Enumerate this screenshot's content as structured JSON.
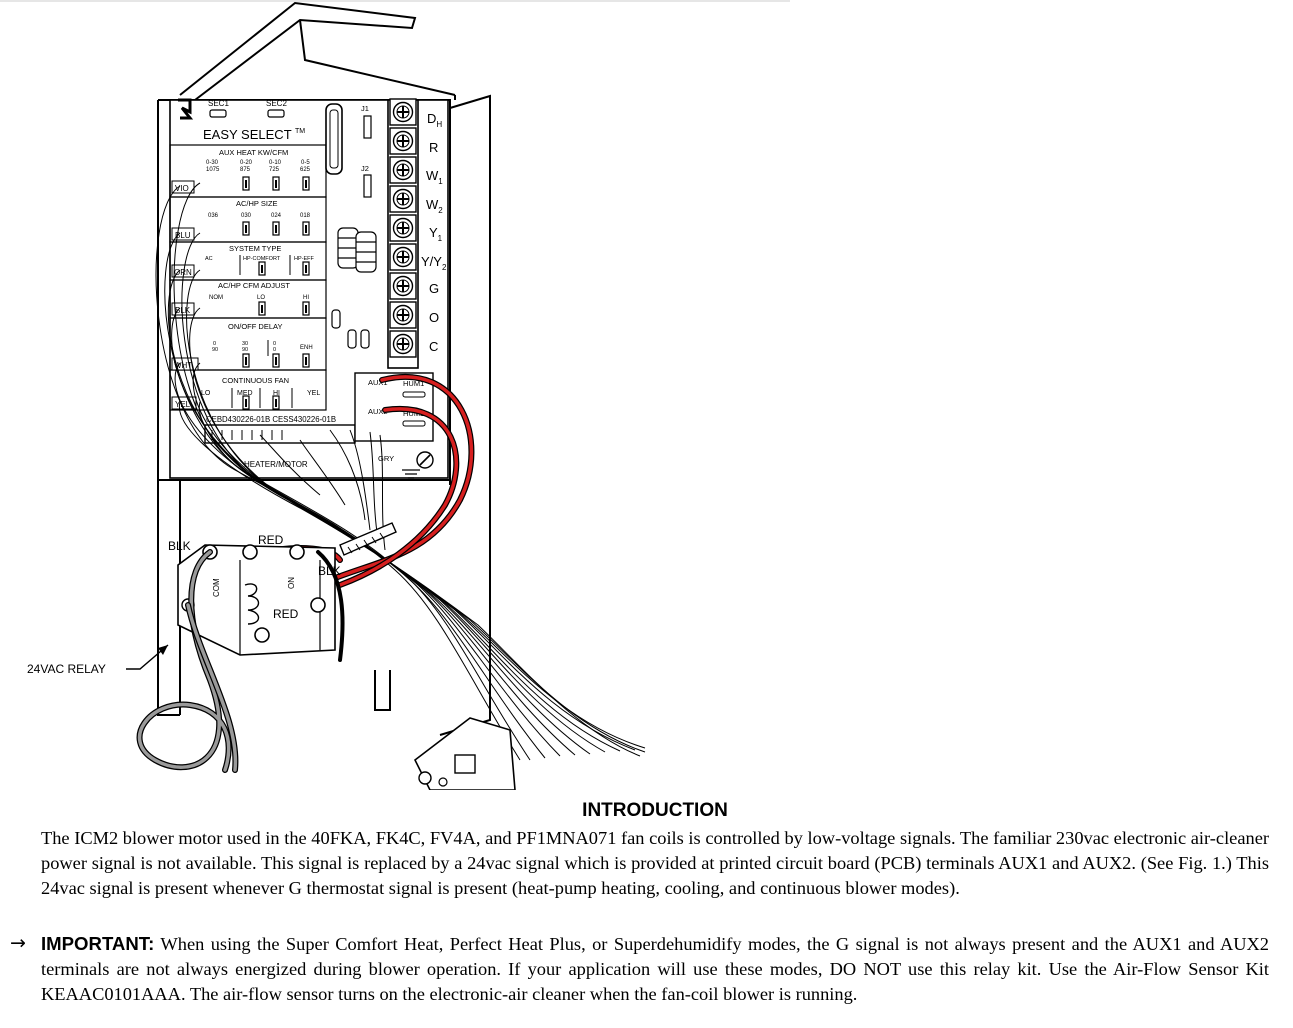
{
  "figure": {
    "board": {
      "sec1": "SEC1",
      "sec2": "SEC2",
      "j1": "J1",
      "j2": "J2",
      "brand": "EASY SELECT",
      "tm": "TM",
      "aux_heat": {
        "title": "AUX HEAT KW/CFM",
        "options": [
          {
            "top": "0-30",
            "bottom": "1075"
          },
          {
            "top": "0-20",
            "bottom": "875"
          },
          {
            "top": "0-10",
            "bottom": "725"
          },
          {
            "top": "0-5",
            "bottom": "625"
          }
        ]
      },
      "achp_size": {
        "title": "AC/HP SIZE",
        "options": [
          "036",
          "030",
          "024",
          "018"
        ]
      },
      "system_type": {
        "title": "SYSTEM TYPE",
        "options": [
          "AC",
          "HP-COMFORT",
          "HP-EFF"
        ]
      },
      "cfm_adjust": {
        "title": "AC/HP CFM ADJUST",
        "options": [
          "NOM",
          "LO",
          "HI"
        ]
      },
      "onoff_delay": {
        "title": "ON/OFF DELAY",
        "options": [
          {
            "top": "0",
            "bottom": "90"
          },
          {
            "top": "30",
            "bottom": "90"
          },
          {
            "top": "0",
            "bottom": "0"
          },
          {
            "top": "",
            "bottom": "ENH"
          }
        ]
      },
      "continuous_fan": {
        "title": "CONTINUOUS FAN",
        "options": [
          "LO",
          "MED",
          "HI"
        ],
        "yel": "YEL"
      },
      "wire_tags": [
        "VIO",
        "BLU",
        "ORN",
        "BLK",
        "WHT",
        "YEL"
      ],
      "part_numbers": "CEBD430226-01B   CESS430226-01B",
      "connector_label": "HEATER/MOTOR",
      "aux_labels": [
        "AUX1",
        "HUM1",
        "AUX2",
        "HUM2"
      ],
      "gry": "GRY",
      "terminals": [
        {
          "main": "D",
          "sub": "H"
        },
        {
          "main": "R",
          "sub": ""
        },
        {
          "main": "W",
          "sub": "1"
        },
        {
          "main": "W",
          "sub": "2"
        },
        {
          "main": "Y",
          "sub": "1"
        },
        {
          "main": "Y/Y",
          "sub": "2"
        },
        {
          "main": "G",
          "sub": ""
        },
        {
          "main": "O",
          "sub": ""
        },
        {
          "main": "C",
          "sub": ""
        }
      ]
    },
    "relay": {
      "blk_left": "BLK",
      "red_top": "RED",
      "blk_right": "BLK",
      "red_bottom": "RED",
      "com": "COM",
      "no": "NO",
      "callout": "24VAC RELAY"
    }
  },
  "introduction": {
    "heading": "INTRODUCTION",
    "paragraph": "The ICM2 blower motor used in the 40FKA, FK4C, FV4A, and PF1MNA071 fan coils is controlled by low-voltage signals. The familiar 230vac electronic air-cleaner power signal is not available. This signal is replaced by a 24vac signal which is provided at printed circuit board (PCB) terminals AUX1 and AUX2. (See Fig. 1.) This 24vac signal is present whenever G thermostat signal is present (heat-pump heating, cooling, and continuous blower modes).",
    "important_arrow": "→",
    "important_label": "IMPORTANT:",
    "important_text": "When using the Super Comfort Heat, Perfect Heat Plus, or Superdehumidify modes, the G signal is not always present and the AUX1 and AUX2 terminals are not always energized during blower operation. If your application will use these modes, DO NOT use this relay kit. Use the Air-Flow Sensor Kit KEAAC0101AAA. The air-flow sensor turns on the electronic-air cleaner when the fan-coil blower is running."
  },
  "colors": {
    "red_wire": "#d61f1f",
    "line": "#000000",
    "gray_wire": "#9a9a9a"
  }
}
